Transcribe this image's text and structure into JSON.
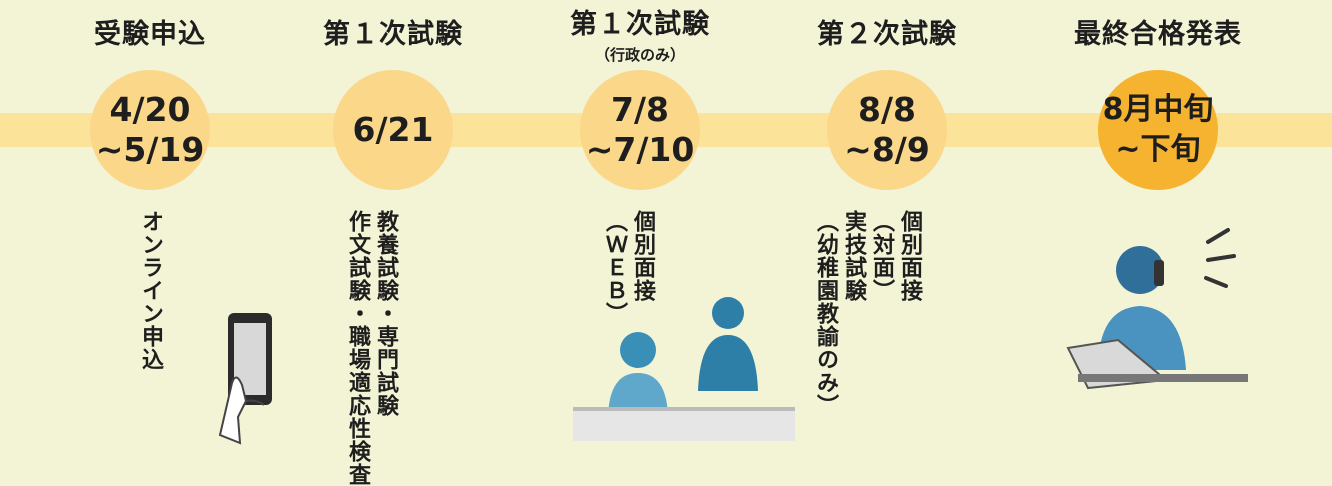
{
  "stages": [
    {
      "title": "受験申込",
      "date_line1": "4/20",
      "date_line2": "~5/19",
      "details": [
        "オンライン申込"
      ]
    },
    {
      "title": "第１次試験",
      "date_line1": "6/21",
      "details": [
        "教養試験・専門試験",
        "作文試験・職場適応性検査"
      ]
    },
    {
      "title": "第１次試験",
      "subtitle": "（行政のみ）",
      "date_line1": "7/8",
      "date_line2": "~7/10",
      "details": [
        "個別面接",
        "（ＷＥＢ）"
      ]
    },
    {
      "title": "第２次試験",
      "date_line1": "8/8",
      "date_line2": "~8/9",
      "details": [
        "個別面接",
        "（対面）",
        "実技試験",
        "（幼稚園教諭のみ）"
      ]
    },
    {
      "title": "最終合格発表",
      "date_line1": "8月中旬",
      "date_line2": "~下旬"
    }
  ],
  "icons": {
    "smartphone": "smartphone-illustration",
    "interview": "web-interview-illustration",
    "phone_call": "phone-call-illustration"
  },
  "colors": {
    "background": "#f3f3d5",
    "band": "#fbe39a",
    "circle": "#fbd78a",
    "final_circle": "#f5b32f"
  }
}
